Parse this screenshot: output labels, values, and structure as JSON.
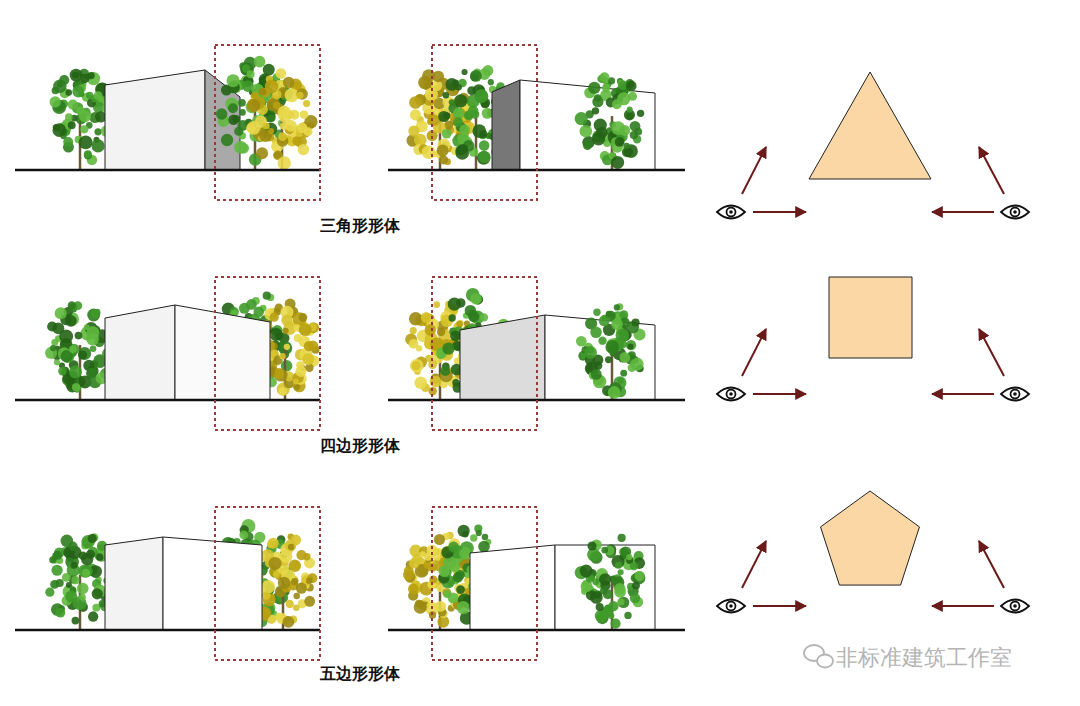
{
  "diagram": {
    "labels": [
      "三角形形体",
      "四边形形体",
      "五边形形体",
      "非标准建筑工作室"
    ]
  }
}
